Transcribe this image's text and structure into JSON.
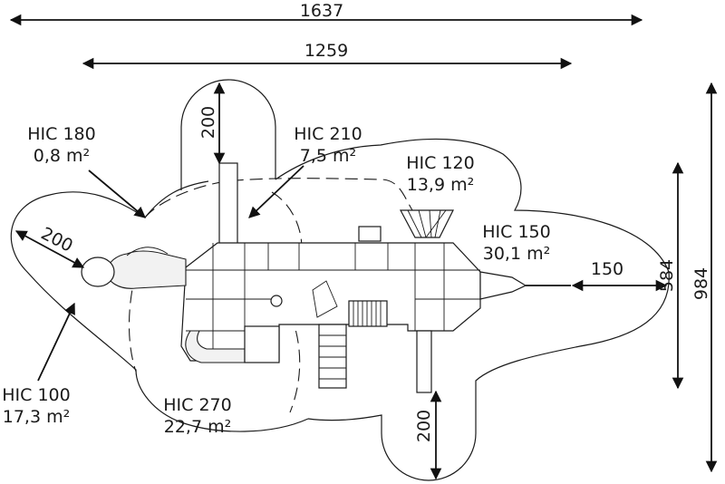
{
  "dimensions": {
    "total_length": "1637",
    "inner_length": "1259",
    "total_width": "984",
    "inner_width": "584",
    "top_clearance": "200",
    "left_clearance": "200",
    "bottom_clearance": "200",
    "right_clearance": "150"
  },
  "zones": {
    "hic180": {
      "name": "HIC 180",
      "area": "0,8 m²"
    },
    "hic210": {
      "name": "HIC 210",
      "area": "7,5 m²"
    },
    "hic120": {
      "name": "HIC 120",
      "area": "13,9 m²"
    },
    "hic150": {
      "name": "HIC 150",
      "area": "30,1 m²"
    },
    "hic100": {
      "name": "HIC 100",
      "area": "17,3 m²"
    },
    "hic270": {
      "name": "HIC 270",
      "area": "22,7 m²"
    }
  }
}
